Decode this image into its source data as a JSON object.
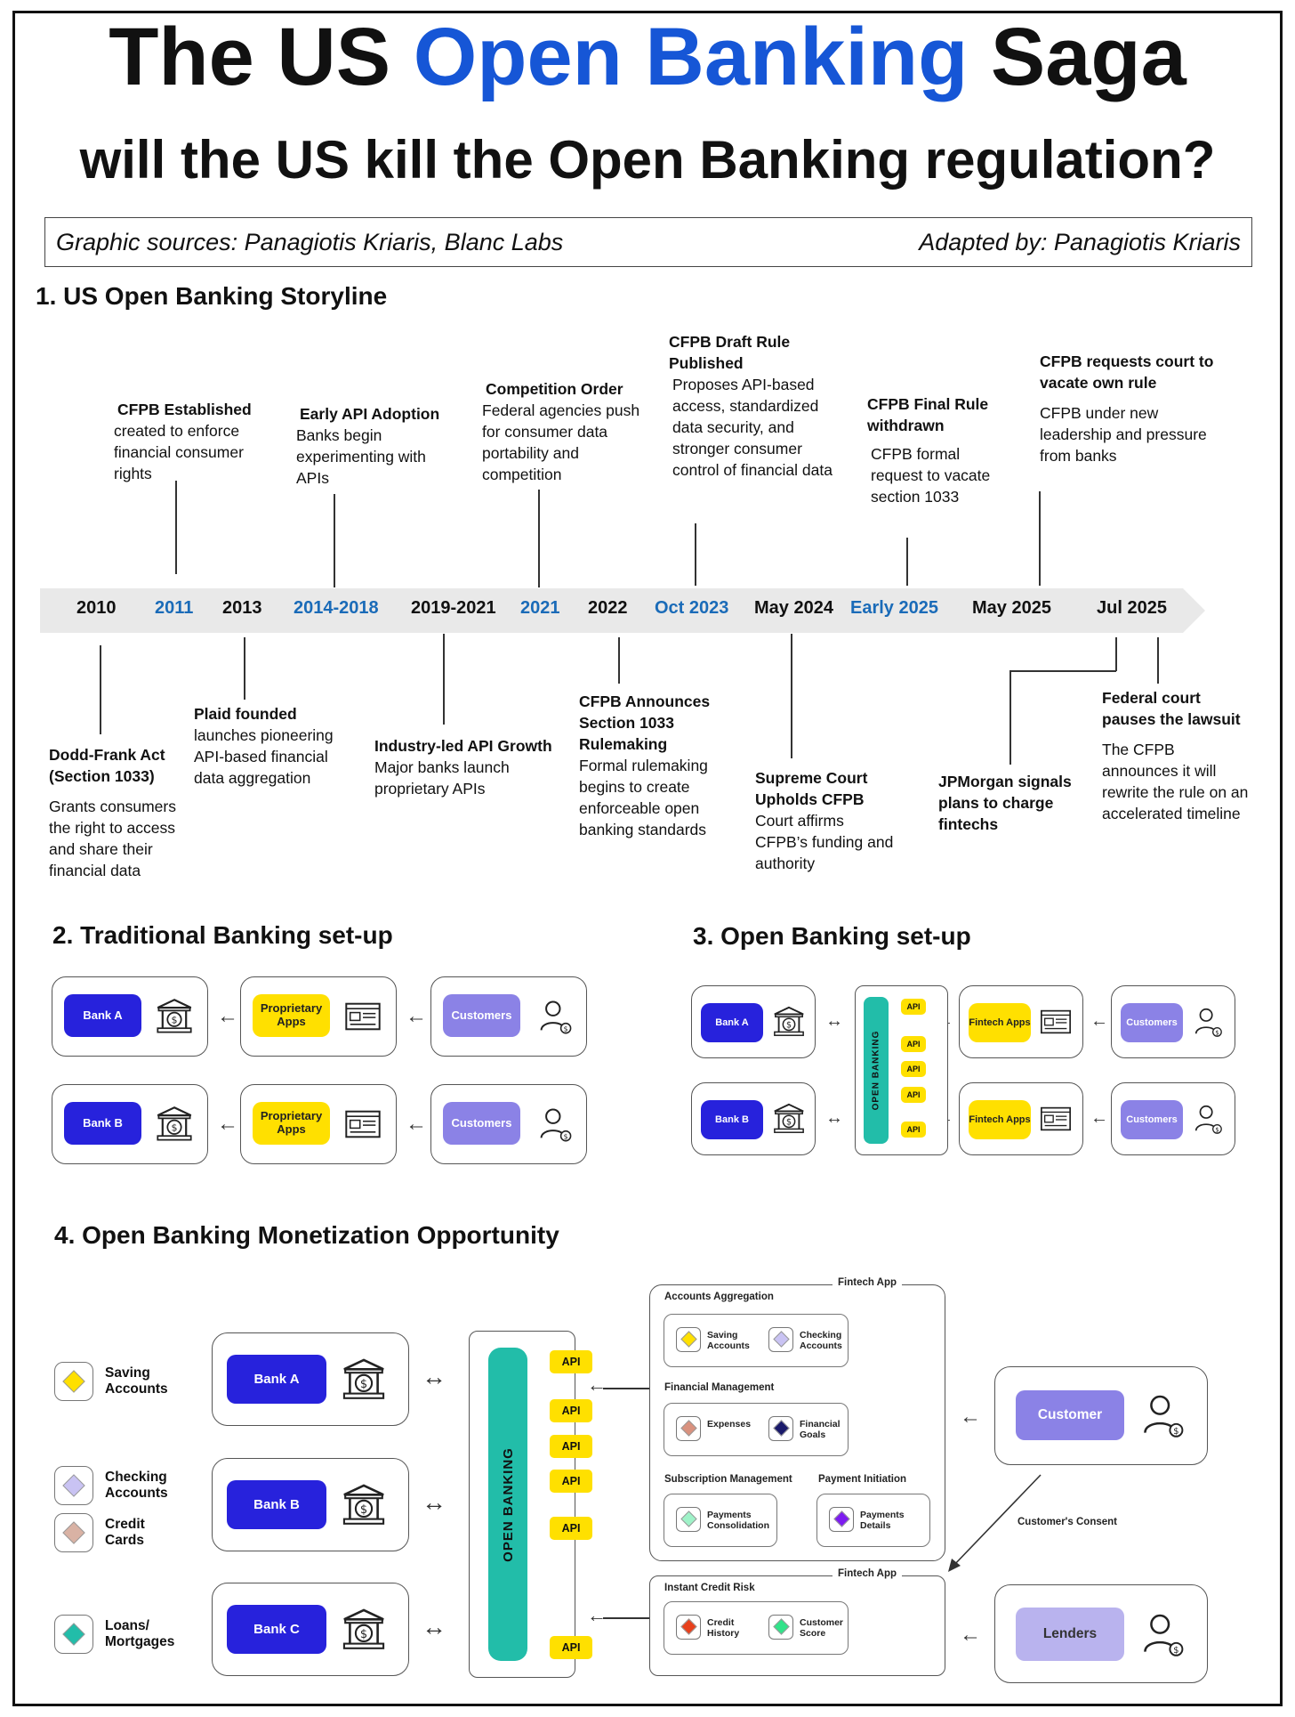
{
  "header": {
    "title_part1": "The US ",
    "title_part2": "Open Banking",
    "title_part3": " Saga",
    "subtitle": "will the US kill the Open Banking regulation?",
    "sources_left": "Graphic sources: Panagiotis Kriaris, Blanc Labs",
    "sources_right": "Adapted by: Panagiotis Kriaris"
  },
  "sections": {
    "s1": "1. US Open Banking Storyline",
    "s2": "2. Traditional Banking set-up",
    "s3": "3. Open Banking set-up",
    "s4": "4. Open Banking Monetization Opportunity"
  },
  "timeline": {
    "years": [
      "2010",
      "2011",
      "2013",
      "2014-2018",
      "2019-2021",
      "2021",
      "2022",
      "Oct 2023",
      "May 2024",
      "Early 2025",
      "May 2025",
      "Jul 2025"
    ],
    "top_events": [
      {
        "title": "CFPB Established",
        "body": "created to enforce financial consumer rights"
      },
      {
        "title": "Early API Adoption",
        "body": "Banks begin experimenting with APIs"
      },
      {
        "title": "Competition Order",
        "body": "Federal agencies push for consumer data portability and competition"
      },
      {
        "title": "CFPB Draft Rule Published",
        "body": "Proposes API-based access, standardized data security, and stronger consumer control of financial data"
      },
      {
        "title": "CFPB Final Rule withdrawn",
        "body": "CFPB formal request to vacate section 1033"
      },
      {
        "title": "CFPB requests court to vacate own rule",
        "body": "CFPB under new leadership and pressure from banks"
      }
    ],
    "bottom_events": [
      {
        "title": "Dodd-Frank Act (Section 1033)",
        "body": "Grants consumers the right to access and share their financial data"
      },
      {
        "title": "Plaid founded",
        "body": "launches pioneering API-based financial data aggregation"
      },
      {
        "title": "Industry-led API Growth",
        "body": "Major banks launch proprietary APIs"
      },
      {
        "title": "CFPB Announces Section 1033 Rulemaking",
        "body": "Formal rulemaking begins to create enforceable open banking standards"
      },
      {
        "title": "Supreme Court Upholds CFPB",
        "body": "Court affirms CFPB’s funding and authority"
      },
      {
        "title": "JPMorgan signals plans to charge fintechs",
        "body": ""
      },
      {
        "title": "Federal court pauses the lawsuit",
        "body": "The CFPB announces it will rewrite the rule on an accelerated timeline"
      }
    ]
  },
  "traditional": {
    "rows": [
      {
        "bank": "Bank A",
        "apps": "Proprietary Apps",
        "customers": "Customers"
      },
      {
        "bank": "Bank B",
        "apps": "Proprietary Apps",
        "customers": "Customers"
      }
    ]
  },
  "open": {
    "rows": [
      {
        "bank": "Bank A",
        "apps": "Fintech Apps",
        "customers": "Customers"
      },
      {
        "bank": "Bank B",
        "apps": "Fintech Apps",
        "customers": "Customers"
      }
    ],
    "hub_label": "OPEN BANKING",
    "api_label": "API"
  },
  "monetization": {
    "products": [
      "Saving Accounts",
      "Checking Accounts",
      "Credit Cards",
      "Loans/ Mortgages"
    ],
    "banks": [
      "Bank A",
      "Bank B",
      "Bank C"
    ],
    "hub_label": "OPEN BANKING",
    "api_label": "API",
    "fintech_app_label": "Fintech App",
    "accounts_aggregation": "Accounts Aggregation",
    "aa_items": [
      "Saving Accounts",
      "Checking Accounts"
    ],
    "financial_management": "Financial Management",
    "fm_items": [
      "Expenses",
      "Financial Goals"
    ],
    "subscription_management": "Subscription Management",
    "sm_items": [
      "Payments Consolidation"
    ],
    "payment_initiation": "Payment Initiation",
    "pi_items": [
      "Payments Details"
    ],
    "instant_credit_risk": "Instant Credit Risk",
    "icr_items": [
      "Credit History",
      "Customer Score"
    ],
    "customer": "Customer",
    "lenders": "Lenders",
    "consent": "Customer's Consent"
  },
  "colors": {
    "title_blue": "#1656d6",
    "year_blue": "#1a6bb8",
    "bank": "#2722dc",
    "apps_yellow": "#ffe000",
    "customer_purple": "#8b82e6",
    "hub_teal": "#22bda9"
  },
  "icons": [
    "bank-icon",
    "app-window-icon",
    "customer-icon",
    "diamond-icon"
  ]
}
